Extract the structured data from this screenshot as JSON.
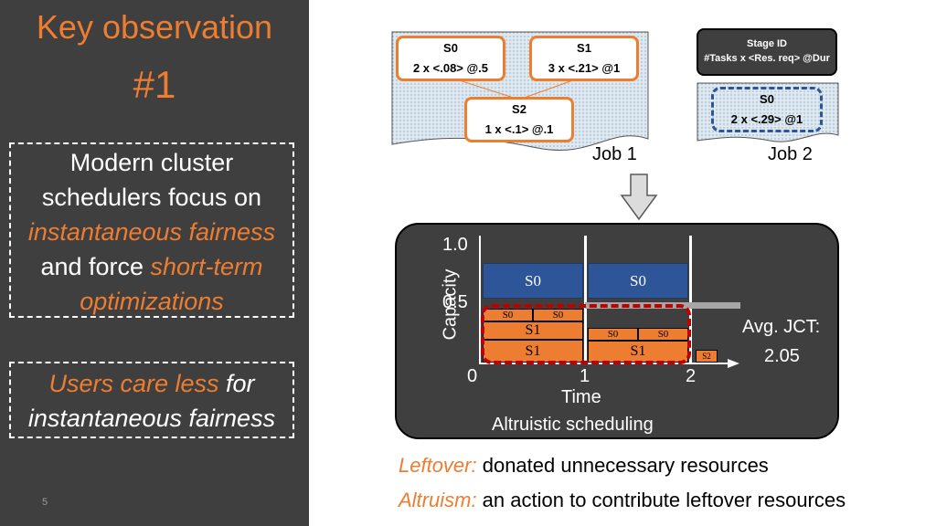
{
  "slide": {
    "title_line1": "Key observation",
    "title_line2": "#1",
    "box1": {
      "line1": "Modern cluster",
      "line2": "schedulers focus on",
      "line3": "instantaneous fairness",
      "line4_a": "and force ",
      "line4_b": "short-term",
      "line5": "optimizations"
    },
    "box2": {
      "part1": "Users care less",
      "part2": " for",
      "line2": "instantaneous fairness"
    },
    "page_number": "5"
  },
  "job1": {
    "label": "Job 1",
    "stages": [
      {
        "name": "S0",
        "desc": "2 x <.08> @.5"
      },
      {
        "name": "S1",
        "desc": "3 x <.21> @1"
      },
      {
        "name": "S2",
        "desc": "1 x <.1> @.1"
      }
    ]
  },
  "job2": {
    "label": "Job 2",
    "stage": {
      "name": "S0",
      "desc": "2 x <.29> @1"
    }
  },
  "legend": {
    "line1": "Stage ID",
    "line2": "#Tasks x <Res. req> @Dur"
  },
  "chart": {
    "ylabel": "Capacity",
    "xlabel": "Time",
    "caption": "Altruistic scheduling",
    "y_ticks": [
      "1.0",
      "0.5"
    ],
    "x_ticks": [
      "0",
      "1",
      "2"
    ],
    "avg_jct_label": "Avg. JCT:",
    "avg_jct_value": "2.05",
    "blocks": {
      "job2_s0_a": "S0",
      "job2_s0_b": "S0",
      "s0_small_1": "S0",
      "s0_small_2": "S0",
      "s1_a": "S1",
      "s1_b": "S1",
      "s0_small_3": "S0",
      "s0_small_4": "S0",
      "s1_c": "S1",
      "s2": "S2"
    },
    "colors": {
      "job1": "#ed7d31",
      "job2": "#2e5597",
      "highlight": "#c00000",
      "accent": "#ed7d31"
    }
  },
  "definitions": {
    "leftover_term": "Leftover:",
    "leftover_text": " donated unnecessary resources",
    "altruism_term": "Altruism:",
    "altruism_text": " an action to contribute leftover resources"
  }
}
